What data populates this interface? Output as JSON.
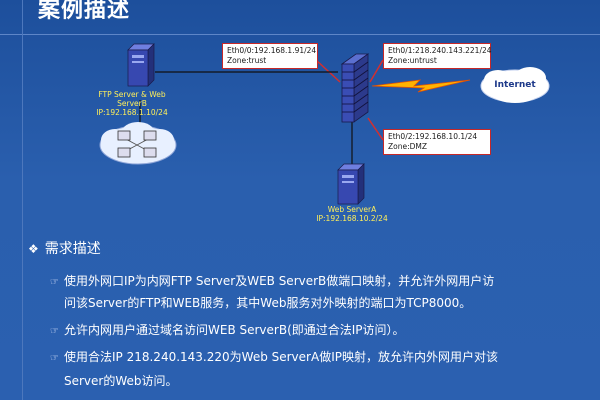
{
  "slide": {
    "title": "案例描述"
  },
  "diagram": {
    "callouts": [
      {
        "line1": "Eth0/0:192.168.1.91/24",
        "line2": "Zone:trust"
      },
      {
        "line1": "Eth0/1:218.240.143.221/24",
        "line2": "Zone:untrust"
      },
      {
        "line1": "Eth0/2:192.168.10.1/24",
        "line2": "Zone:DMZ"
      }
    ],
    "ftp_server": {
      "name_line1": "FTP Server & Web",
      "name_line2": "ServerB",
      "ip": "IP:192.168.1.10/24"
    },
    "web_server_a": {
      "name": "Web ServerA",
      "ip": "IP:192.168.10.2/24"
    },
    "internet": "Internet"
  },
  "requirements": {
    "heading": "需求描述",
    "items": [
      {
        "line1": "使用外网口IP为内网FTP Server及WEB ServerB做端口映射，并允许外网用户访",
        "line2": "问该Server的FTP和WEB服务，其中Web服务对外映射的端口为TCP8000。"
      },
      {
        "line1": "允许内网用户通过域名访问WEB ServerB(即通过合法IP访问）。",
        "line2": ""
      },
      {
        "line1": "使用合法IP  218.240.143.220为Web ServerA做IP映射，放允许内外网用户对该",
        "line2": "Server的Web访问。"
      }
    ]
  }
}
